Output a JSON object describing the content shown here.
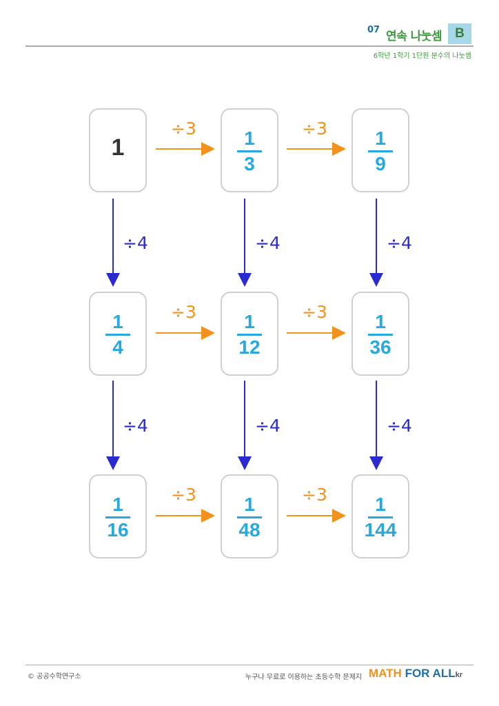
{
  "header": {
    "number": "07",
    "title": "연속 나눗셈",
    "badge": "B",
    "subtitle": "6학년 1학기 1단원 분수의 나눗셈"
  },
  "grid": {
    "row1": [
      {
        "whole": "1"
      },
      {
        "numerator": "1",
        "denominator": "3"
      },
      {
        "numerator": "1",
        "denominator": "9"
      }
    ],
    "row2": [
      {
        "numerator": "1",
        "denominator": "4"
      },
      {
        "numerator": "1",
        "denominator": "12"
      },
      {
        "numerator": "1",
        "denominator": "36"
      }
    ],
    "row3": [
      {
        "numerator": "1",
        "denominator": "16"
      },
      {
        "numerator": "1",
        "denominator": "48"
      },
      {
        "numerator": "1",
        "denominator": "144"
      }
    ]
  },
  "operators": {
    "horizontal": "÷3",
    "vertical": "÷4"
  },
  "colors": {
    "horizontal_arrow": "#f2921b",
    "vertical_arrow": "#2a2ad0",
    "fraction": "#27a9de"
  },
  "footer": {
    "copyright": "© 공공수학연구소",
    "tagline": "누구나 무료로 이용하는 초등수학 문제지",
    "brand_math": "MATH",
    "brand_forall": "FOR ALL",
    "brand_kr": "kr"
  }
}
